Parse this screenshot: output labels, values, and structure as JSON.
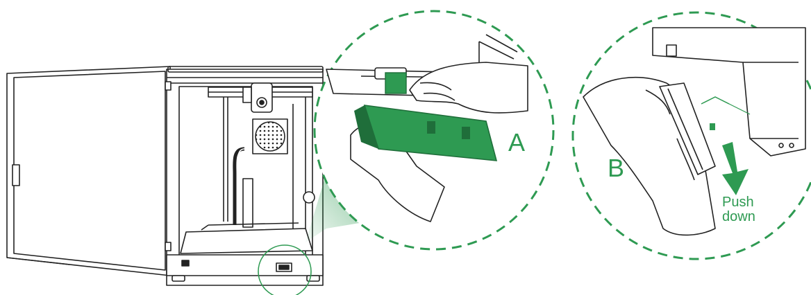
{
  "labels": {
    "detail_a": "A",
    "detail_b": "B",
    "push_line1": "Push",
    "push_line2": "down"
  },
  "colors": {
    "accent_green": "#2e9a52",
    "dark_green": "#1f6e3a",
    "line": "#222222"
  },
  "icons": {
    "arrow": "down-arrow-icon",
    "fan": "fan-grille-icon"
  }
}
